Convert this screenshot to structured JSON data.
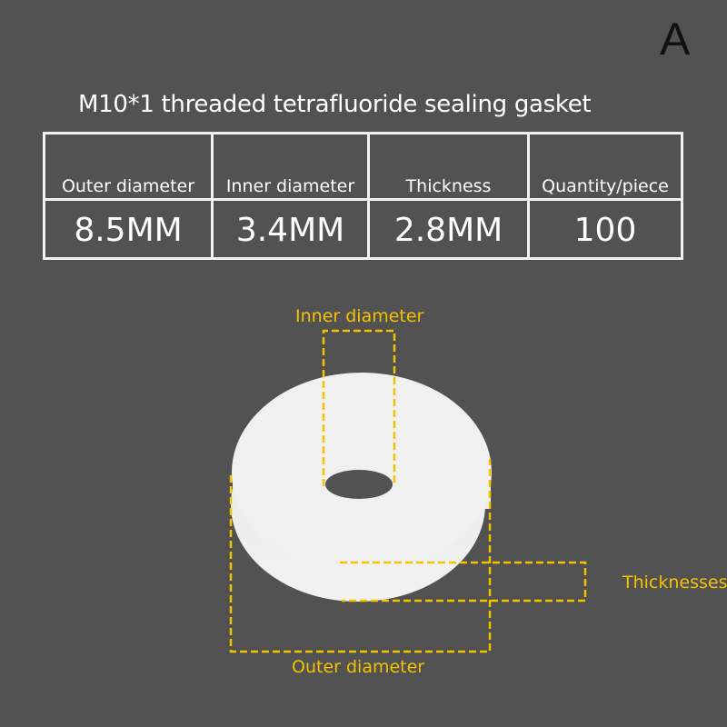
{
  "variant_label": "A",
  "title": "M10*1 threaded tetrafluoride sealing gasket",
  "table": {
    "headers": [
      "Outer diameter",
      "Inner diameter",
      "Thickness",
      "Quantity/piece"
    ],
    "values": [
      "8.5MM",
      "3.4MM",
      "2.8MM",
      "100"
    ]
  },
  "diagram": {
    "inner_label": "Inner diameter",
    "outer_label": "Outer diameter",
    "thickness_label": "Thicknessess",
    "accent_color": "#f5c200"
  }
}
